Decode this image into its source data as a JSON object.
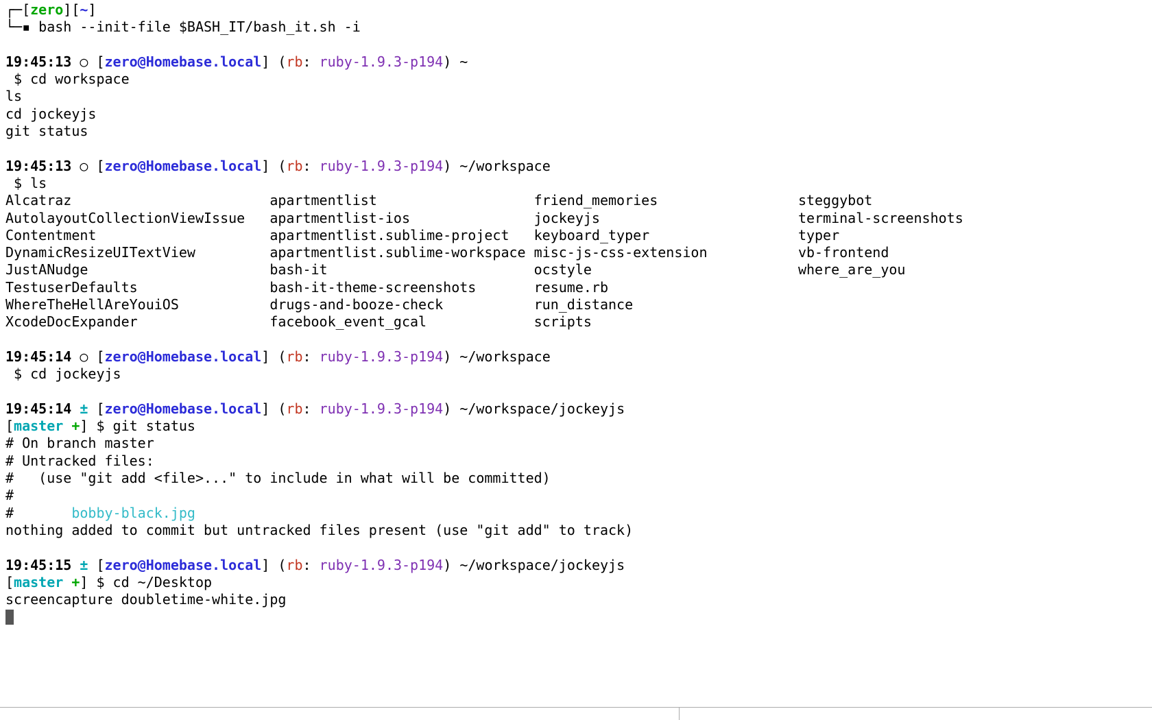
{
  "terminal": {
    "colors": {
      "bg": "#ffffff",
      "fg": "#000000",
      "green": "#00a600",
      "blue": "#2c2cd8",
      "red": "#c23621",
      "purple": "#7e2fb2",
      "cyan": "#00a6b2",
      "cyan_bright": "#33bbc8",
      "cursor": "#565656",
      "scrollbar_border": "#ababab"
    },
    "ls_column_chars": 32,
    "lines": [
      {
        "s": [
          [
            "┌─["
          ],
          [
            "zero",
            "green",
            1
          ],
          [
            "]["
          ],
          [
            "~",
            "blue",
            1
          ],
          [
            "]"
          ]
        ]
      },
      {
        "s": [
          [
            "└─▪ bash --init-file $BASH_IT/bash_it.sh -i"
          ]
        ]
      },
      {
        "s": []
      },
      {
        "s": [
          [
            "19:45:13",
            "fg",
            1
          ],
          [
            " ○ ["
          ],
          [
            "zero@Homebase.local",
            "blue",
            1
          ],
          [
            "] ("
          ],
          [
            "rb",
            "red"
          ],
          [
            ": "
          ],
          [
            "ruby-1.9.3-p194",
            "purple"
          ],
          [
            ") ~"
          ]
        ]
      },
      {
        "s": [
          [
            " $ cd workspace"
          ]
        ]
      },
      {
        "s": [
          [
            "ls"
          ]
        ]
      },
      {
        "s": [
          [
            "cd jockeyjs"
          ]
        ]
      },
      {
        "s": [
          [
            "git status"
          ]
        ]
      },
      {
        "s": []
      },
      {
        "s": [
          [
            "19:45:13",
            "fg",
            1
          ],
          [
            " ○ ["
          ],
          [
            "zero@Homebase.local",
            "blue",
            1
          ],
          [
            "] ("
          ],
          [
            "rb",
            "red"
          ],
          [
            ": "
          ],
          [
            "ruby-1.9.3-p194",
            "purple"
          ],
          [
            ") ~/workspace"
          ]
        ]
      },
      {
        "s": [
          [
            " $ ls"
          ]
        ]
      },
      {
        "ls": [
          "Alcatraz",
          "apartmentlist",
          "friend_memories",
          "steggybot"
        ]
      },
      {
        "ls": [
          "AutolayoutCollectionViewIssue",
          "apartmentlist-ios",
          "jockeyjs",
          "terminal-screenshots"
        ]
      },
      {
        "ls": [
          "Contentment",
          "apartmentlist.sublime-project",
          "keyboard_typer",
          "typer"
        ]
      },
      {
        "ls": [
          "DynamicResizeUITextView",
          "apartmentlist.sublime-workspace",
          "misc-js-css-extension",
          "vb-frontend"
        ]
      },
      {
        "ls": [
          "JustANudge",
          "bash-it",
          "ocstyle",
          "where_are_you"
        ]
      },
      {
        "ls": [
          "TestuserDefaults",
          "bash-it-theme-screenshots",
          "resume.rb"
        ]
      },
      {
        "ls": [
          "WhereTheHellAreYouiOS",
          "drugs-and-booze-check",
          "run_distance"
        ]
      },
      {
        "ls": [
          "XcodeDocExpander",
          "facebook_event_gcal",
          "scripts"
        ]
      },
      {
        "s": []
      },
      {
        "s": [
          [
            "19:45:14",
            "fg",
            1
          ],
          [
            " ○ ["
          ],
          [
            "zero@Homebase.local",
            "blue",
            1
          ],
          [
            "] ("
          ],
          [
            "rb",
            "red"
          ],
          [
            ": "
          ],
          [
            "ruby-1.9.3-p194",
            "purple"
          ],
          [
            ") ~/workspace"
          ]
        ]
      },
      {
        "s": [
          [
            " $ cd jockeyjs"
          ]
        ]
      },
      {
        "s": []
      },
      {
        "s": [
          [
            "19:45:14",
            "fg",
            1
          ],
          [
            " "
          ],
          [
            "±",
            "cyan",
            1
          ],
          [
            " ["
          ],
          [
            "zero@Homebase.local",
            "blue",
            1
          ],
          [
            "] ("
          ],
          [
            "rb",
            "red"
          ],
          [
            ": "
          ],
          [
            "ruby-1.9.3-p194",
            "purple"
          ],
          [
            ") ~/workspace/jockeyjs"
          ]
        ]
      },
      {
        "s": [
          [
            "["
          ],
          [
            "master",
            "cyan",
            1
          ],
          [
            " "
          ],
          [
            "+",
            "green",
            1
          ],
          [
            "] $ git status"
          ]
        ]
      },
      {
        "s": [
          [
            "# On branch master"
          ]
        ]
      },
      {
        "s": [
          [
            "# Untracked files:"
          ]
        ]
      },
      {
        "s": [
          [
            "#   (use \"git add <file>...\" to include in what will be committed)"
          ]
        ]
      },
      {
        "s": [
          [
            "#"
          ]
        ]
      },
      {
        "s": [
          [
            "#       "
          ],
          [
            "bobby-black.jpg",
            "cyan_bright"
          ]
        ]
      },
      {
        "s": [
          [
            "nothing added to commit but untracked files present (use \"git add\" to track)"
          ]
        ]
      },
      {
        "s": []
      },
      {
        "s": [
          [
            "19:45:15",
            "fg",
            1
          ],
          [
            " "
          ],
          [
            "±",
            "cyan",
            1
          ],
          [
            " ["
          ],
          [
            "zero@Homebase.local",
            "blue",
            1
          ],
          [
            "] ("
          ],
          [
            "rb",
            "red"
          ],
          [
            ": "
          ],
          [
            "ruby-1.9.3-p194",
            "purple"
          ],
          [
            ") ~/workspace/jockeyjs"
          ]
        ]
      },
      {
        "s": [
          [
            "["
          ],
          [
            "master",
            "cyan",
            1
          ],
          [
            " "
          ],
          [
            "+",
            "green",
            1
          ],
          [
            "] $ cd ~/Desktop"
          ]
        ]
      },
      {
        "s": [
          [
            "screencapture doubletime-white.jpg"
          ]
        ]
      },
      {
        "cursor": true
      }
    ]
  }
}
